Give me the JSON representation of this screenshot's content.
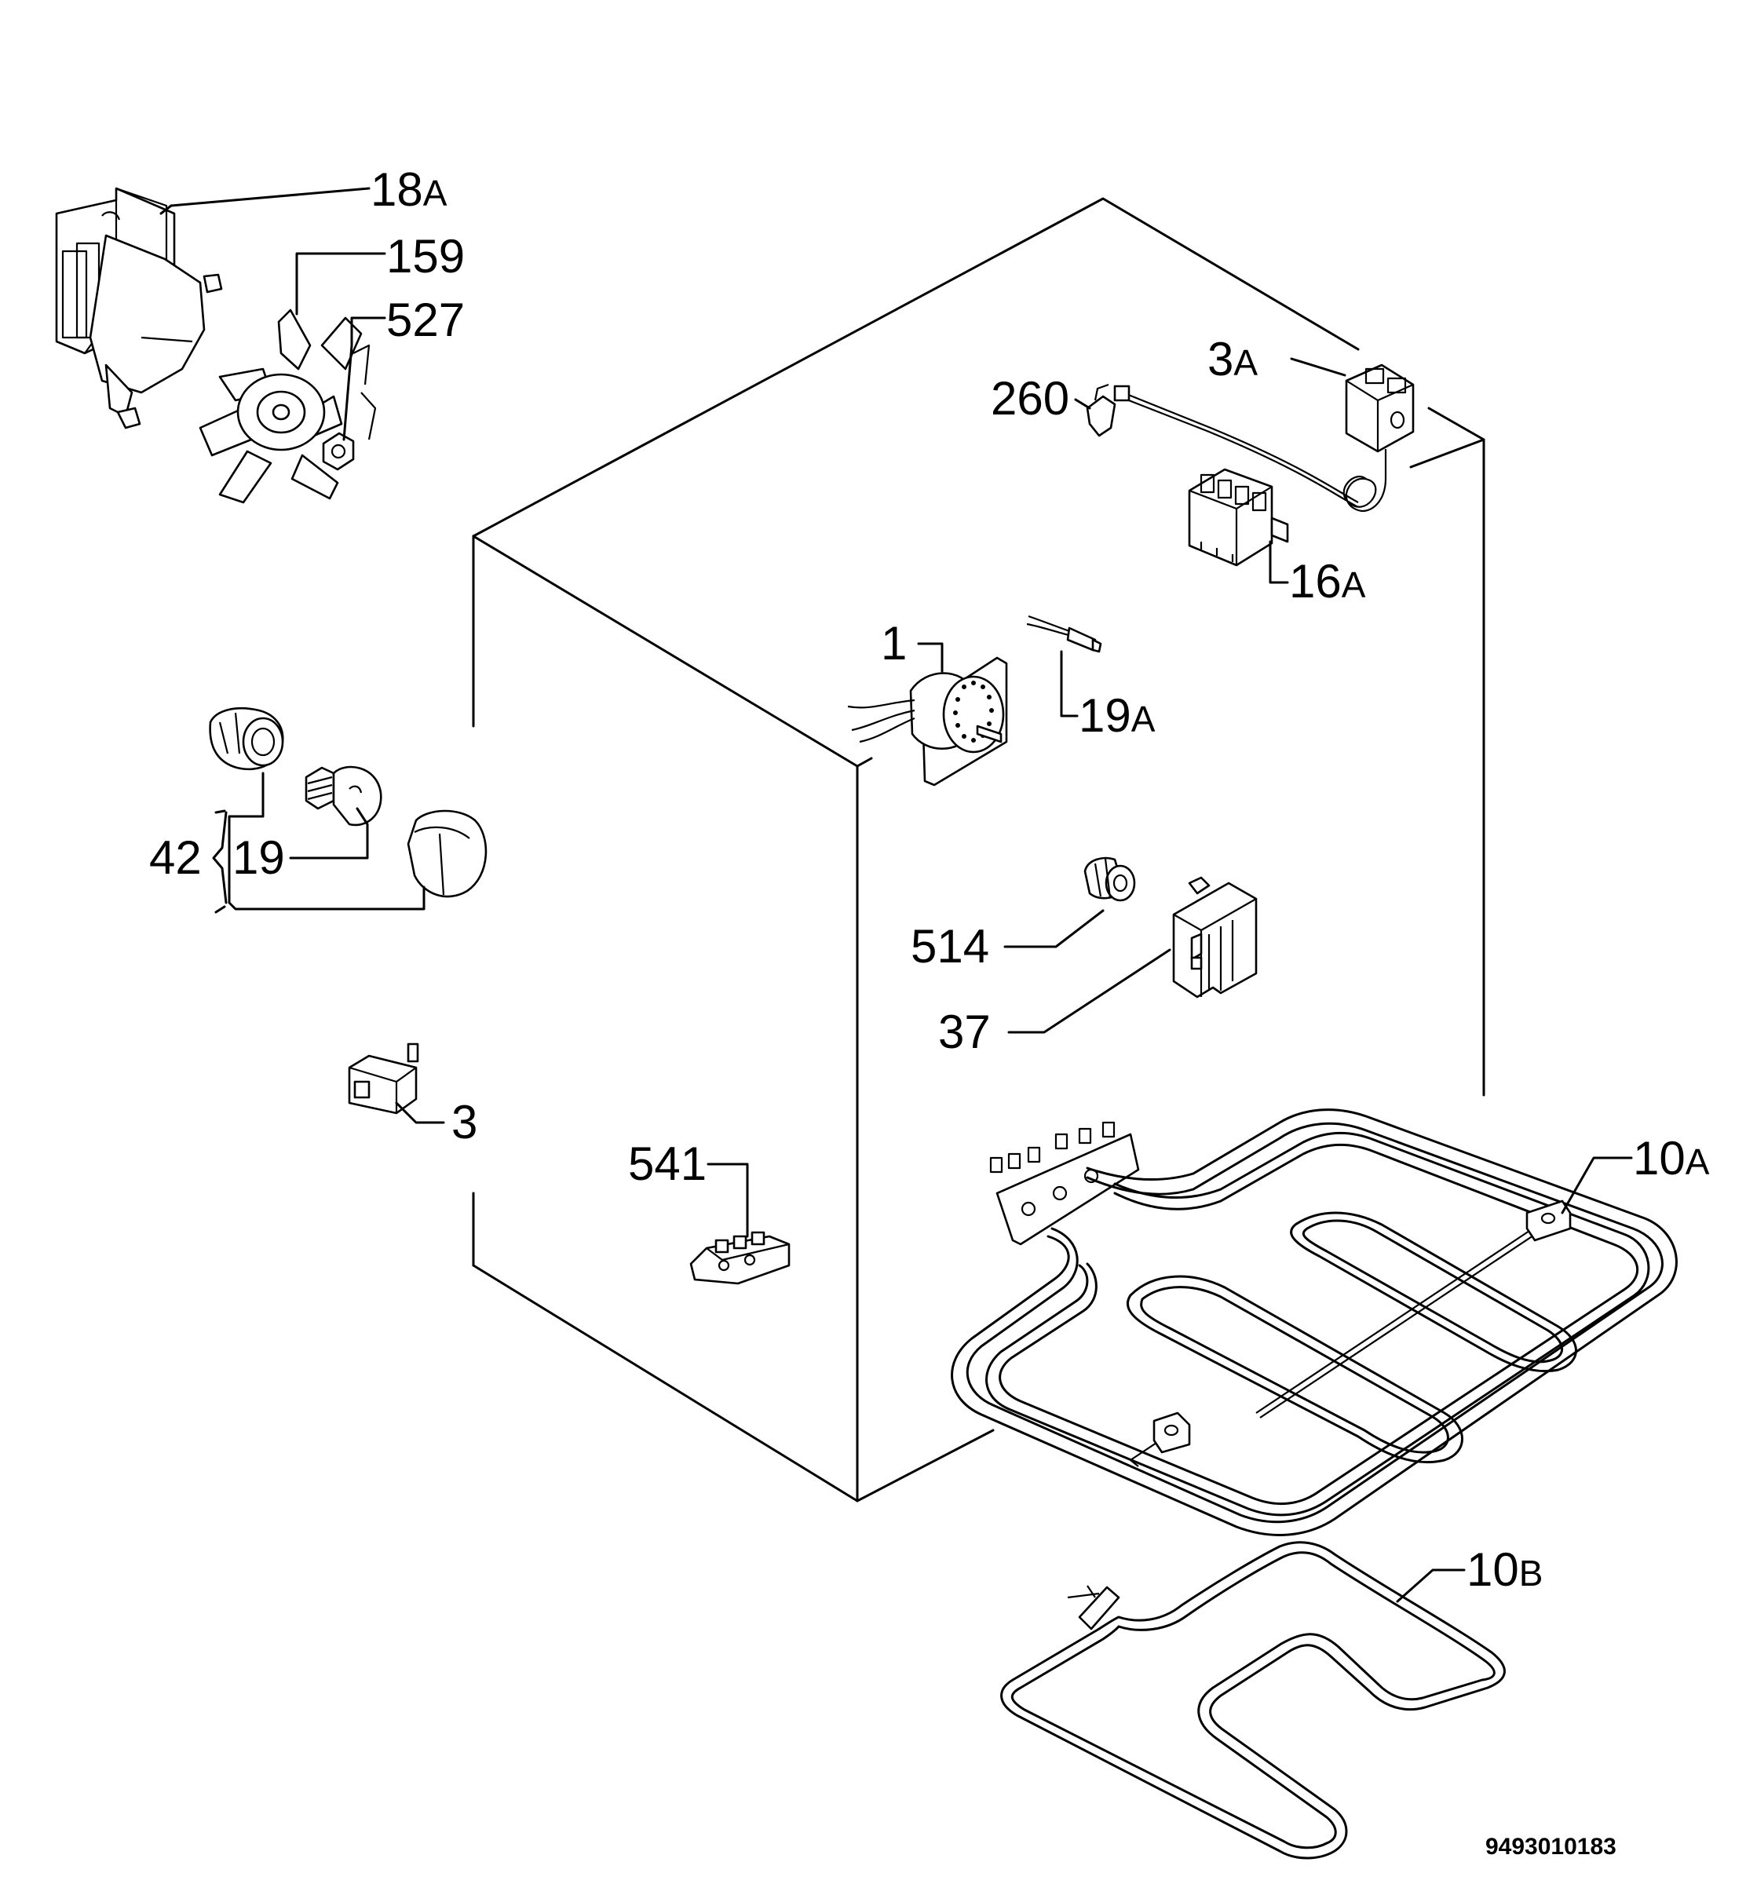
{
  "labels": {
    "p18A": {
      "num": "18",
      "suffix": "A"
    },
    "p159": {
      "num": "159",
      "suffix": ""
    },
    "p527": {
      "num": "527",
      "suffix": ""
    },
    "p3A": {
      "num": "3",
      "suffix": "A"
    },
    "p260": {
      "num": "260",
      "suffix": ""
    },
    "p16A": {
      "num": "16",
      "suffix": "A"
    },
    "p1": {
      "num": "1",
      "suffix": ""
    },
    "p19A": {
      "num": "19",
      "suffix": "A"
    },
    "p42": {
      "num": "42",
      "suffix": ""
    },
    "p19": {
      "num": "19",
      "suffix": ""
    },
    "p514": {
      "num": "514",
      "suffix": ""
    },
    "p37": {
      "num": "37",
      "suffix": ""
    },
    "p3": {
      "num": "3",
      "suffix": ""
    },
    "p541": {
      "num": "541",
      "suffix": ""
    },
    "p10A": {
      "num": "10",
      "suffix": "A"
    },
    "p10B": {
      "num": "10",
      "suffix": "B"
    }
  },
  "diagram_code": "9493010183"
}
